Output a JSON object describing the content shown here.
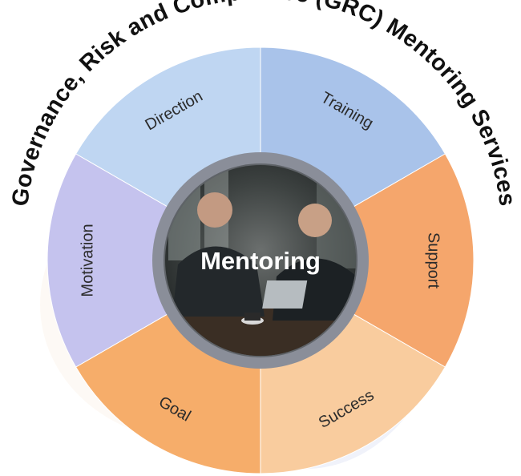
{
  "title": "Governance, Risk and Compliance (GRC) Mentoring Services",
  "center": {
    "label": "Mentoring",
    "photo": "two-businessmen-meeting-photo"
  },
  "segments": [
    {
      "label": "Direction",
      "color": "#bfd6f2"
    },
    {
      "label": "Training",
      "color": "#a9c3ea"
    },
    {
      "label": "Support",
      "color": "#f5a66c"
    },
    {
      "label": "Success",
      "color": "#f9cc9e"
    },
    {
      "label": "Goal",
      "color": "#f6ad6a"
    },
    {
      "label": "Motivation",
      "color": "#c5c3ee"
    }
  ],
  "ring_color": "#8a8e99"
}
